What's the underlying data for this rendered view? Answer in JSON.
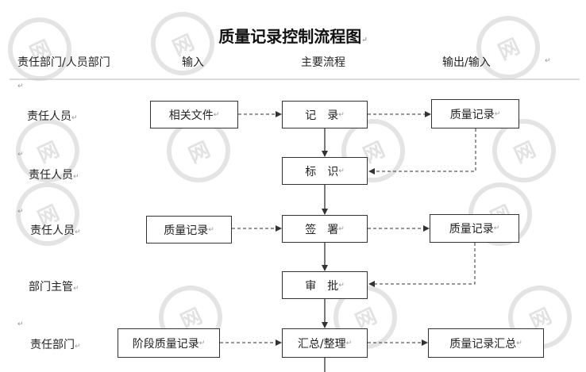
{
  "title": "质量记录控制流程图",
  "headers": {
    "col1": "责任部门/人员部门",
    "col2": "输入",
    "col3": "主要流程",
    "col4": "输出/输入"
  },
  "rows": [
    {
      "label": "责任人员",
      "input": "相关文件",
      "process": "记　录",
      "output": "质量记录"
    },
    {
      "label": "责任人员",
      "input": "",
      "process": "标　识",
      "output": ""
    },
    {
      "label": "责任人员",
      "input": "质量记录",
      "process": "签　署",
      "output": "质量记录"
    },
    {
      "label": "部门主管",
      "input": "",
      "process": "审　批",
      "output": ""
    },
    {
      "label": "责任部门",
      "input": "阶段质量记录",
      "process": "汇总/整理",
      "output": "质量记录汇总"
    }
  ],
  "watermark": "网"
}
